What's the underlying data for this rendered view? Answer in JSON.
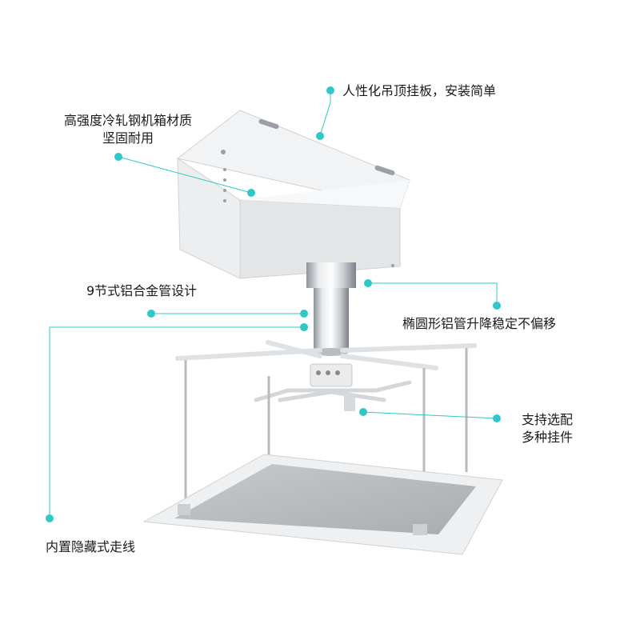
{
  "accent_color": "#2fc8c8",
  "features": {
    "ceiling_plate": "人性化吊顶挂板，安装简单",
    "steel_box_line1": "高强度冷轧钢机箱材质",
    "steel_box_line2": "坚固耐用",
    "alu_tube": "9节式铝合金管设计",
    "oval_tube": "椭圆形铝管升降稳定不偏移",
    "mounts_line1": "支持选配",
    "mounts_line2": "多种挂件",
    "hidden_wiring": "内置隐藏式走线"
  }
}
